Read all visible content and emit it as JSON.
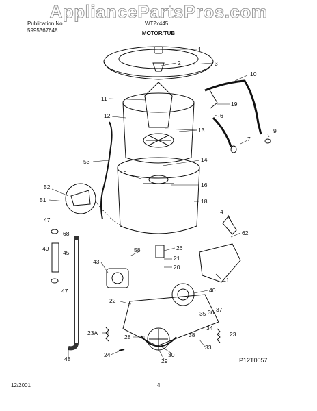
{
  "watermark": "AppliancePartsPros.com",
  "header": {
    "publication_line": "Publication No",
    "publication_no": "5995367648",
    "model": "WT2x445",
    "section": "MOTOR/TUB"
  },
  "diagram_code": "P12T0057",
  "footer": {
    "date": "12/2001",
    "page": "4"
  },
  "callouts": [
    "1",
    "2",
    "3",
    "10",
    "11",
    "19",
    "12",
    "13",
    "6",
    "9",
    "7",
    "53",
    "14",
    "15",
    "16",
    "52",
    "51",
    "18",
    "47",
    "4",
    "68",
    "49",
    "45",
    "62",
    "58",
    "26",
    "43",
    "21",
    "20",
    "41",
    "47",
    "40",
    "22",
    "37",
    "36",
    "35",
    "34",
    "23A",
    "28",
    "38",
    "23",
    "24",
    "30",
    "33",
    "29",
    "48"
  ]
}
